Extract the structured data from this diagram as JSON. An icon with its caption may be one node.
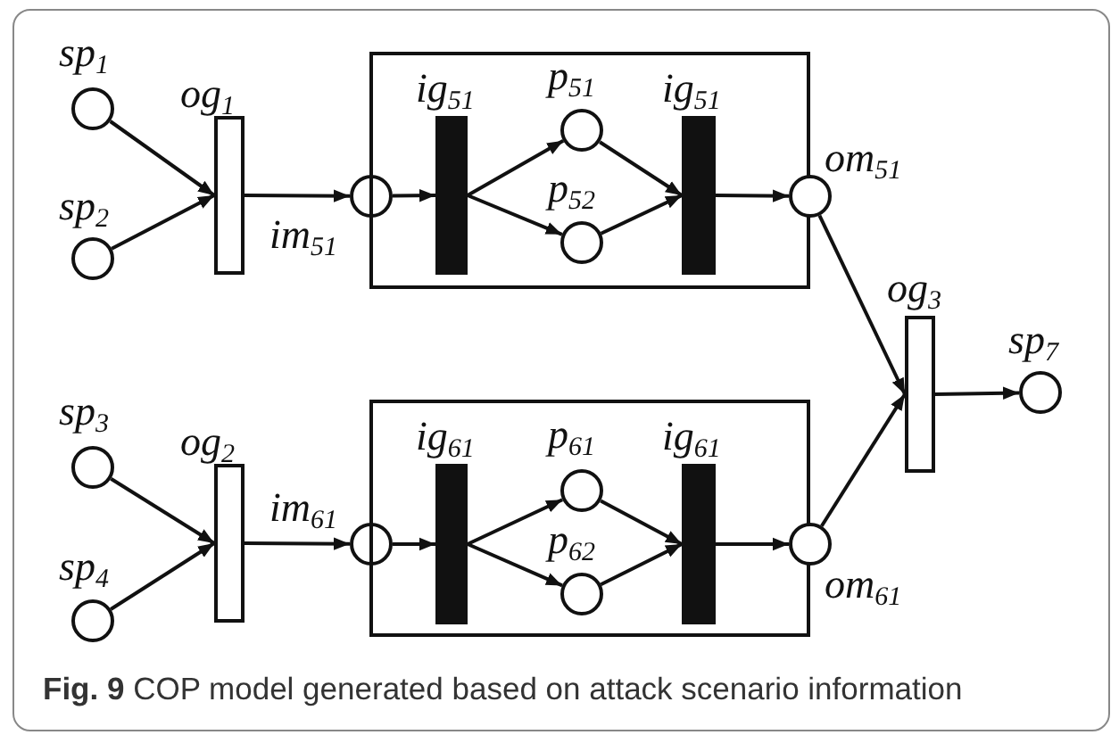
{
  "diagram": {
    "caption": "**Fig. 9** COP model generated based on attack scenario information",
    "nodes": [
      {
        "text": [
          "sp$_{1}$"
        ]
      },
      {
        "text": [
          "og$_{1}$"
        ]
      },
      {
        "text": [
          "sp$_{2}$"
        ]
      },
      {
        "text": [
          "im$_{51}$"
        ]
      },
      {
        "text": [],
        "shape": "box"
      },
      {
        "text": [
          "ig$_{51}$"
        ],
        "in": 4
      },
      {
        "text": [
          "p$_{51}$"
        ],
        "in": 4
      },
      {
        "text": [
          "p$_{52}$"
        ],
        "in": 4
      },
      {
        "text": [
          "ig$_{51}$"
        ],
        "in": 4
      },
      {
        "text": [
          "om$_{51}$"
        ]
      },
      {
        "text": [
          "og$_{3}$"
        ]
      },
      {
        "text": [
          "sp$_{7}$"
        ]
      },
      {
        "text": [
          "sp$_{3}$"
        ]
      },
      {
        "text": [
          "og$_{2}$"
        ]
      },
      {
        "text": [
          "sp$_{4}$"
        ]
      },
      {
        "text": [
          "im$_{61}$"
        ]
      },
      {
        "text": [],
        "shape": "box"
      },
      {
        "text": [
          "ig$_{61}$"
        ],
        "in": 16
      },
      {
        "text": [
          "p$_{61}$"
        ],
        "in": 16
      },
      {
        "text": [
          "p$_{62}$"
        ],
        "in": 16
      },
      {
        "text": [
          "ig$_{61}$"
        ],
        "in": 16
      },
      {
        "text": [
          "om$_{61}$"
        ]
      }
    ],
    "edges": [
      {
        "from": 0,
        "to": 1,
        "arrow": "to"
      },
      {
        "from": 2,
        "to": 1,
        "arrow": "to"
      },
      {
        "from": 1,
        "to": 3,
        "arrow": "to"
      },
      {
        "from": 3,
        "to": 5,
        "arrow": "to"
      },
      {
        "from": 5,
        "to": 6,
        "arrow": "to"
      },
      {
        "from": 5,
        "to": 7,
        "arrow": "to"
      },
      {
        "from": 6,
        "to": 8,
        "arrow": "to"
      },
      {
        "from": 7,
        "to": 8,
        "arrow": "to"
      },
      {
        "from": 8,
        "to": 9,
        "arrow": "to"
      },
      {
        "from": 9,
        "to": 10,
        "arrow": "to"
      },
      {
        "from": 10,
        "to": 11,
        "arrow": "to"
      },
      {
        "from": 12,
        "to": 13,
        "arrow": "to"
      },
      {
        "from": 14,
        "to": 13,
        "arrow": "to"
      },
      {
        "from": 13,
        "to": 15,
        "arrow": "to"
      },
      {
        "from": 15,
        "to": 17,
        "arrow": "to"
      },
      {
        "from": 17,
        "to": 18,
        "arrow": "to"
      },
      {
        "from": 17,
        "to": 19,
        "arrow": "to"
      },
      {
        "from": 18,
        "to": 20,
        "arrow": "to"
      },
      {
        "from": 19,
        "to": 20,
        "arrow": "to"
      },
      {
        "from": 20,
        "to": 21,
        "arrow": "to"
      },
      {
        "from": 21,
        "to": 10,
        "arrow": "to"
      }
    ]
  }
}
